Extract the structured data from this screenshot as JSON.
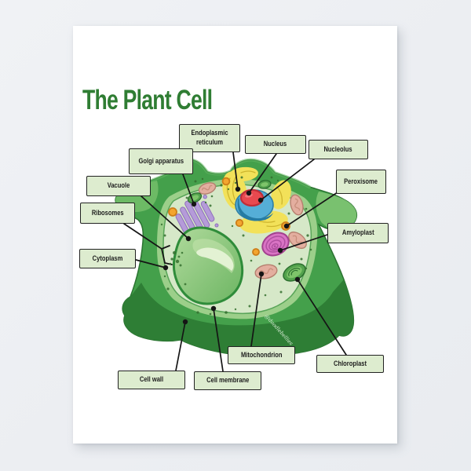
{
  "title": "The Plant Cell",
  "watermark": "@doodlebellies",
  "labels": [
    {
      "id": "endoplasmic-reticulum",
      "text": "Endoplasmic reticulum"
    },
    {
      "id": "nucleus",
      "text": "Nucleus"
    },
    {
      "id": "nucleolus",
      "text": "Nucleolus"
    },
    {
      "id": "golgi-apparatus",
      "text": "Golgi apparatus"
    },
    {
      "id": "vacuole",
      "text": "Vacuole"
    },
    {
      "id": "peroxisome",
      "text": "Peroxisome"
    },
    {
      "id": "ribosomes",
      "text": "Ribosomes"
    },
    {
      "id": "amyloplast",
      "text": "Amyloplast"
    },
    {
      "id": "cytoplasm",
      "text": "Cytoplasm"
    },
    {
      "id": "mitochondrion",
      "text": "Mitochondrion"
    },
    {
      "id": "chloroplast",
      "text": "Chloroplast"
    },
    {
      "id": "cell-wall",
      "text": "Cell wall"
    },
    {
      "id": "cell-membrane",
      "text": "Cell membrane"
    }
  ],
  "colors": {
    "title": "#2f7d33",
    "label_fill": "#ddeccf",
    "label_border": "#222222",
    "leader_line": "#151515",
    "cell_wall": "#44a04b",
    "cell_wall_shade": "#2e7e35",
    "cell_membrane_band": "#9ccf8a",
    "cytoplasm": "#d6e8c8",
    "vacuole": "#8cc57a",
    "nucleus": "#55aed7",
    "nucleolus": "#e8494f",
    "endoplasmic_reticulum": "#f2e159",
    "golgi": "#b59bd9",
    "mitochondrion": "#e3ae9f",
    "chloroplast": "#53a24d",
    "amyloplast": "#d973c4",
    "peroxisome": "#f3a52f"
  }
}
